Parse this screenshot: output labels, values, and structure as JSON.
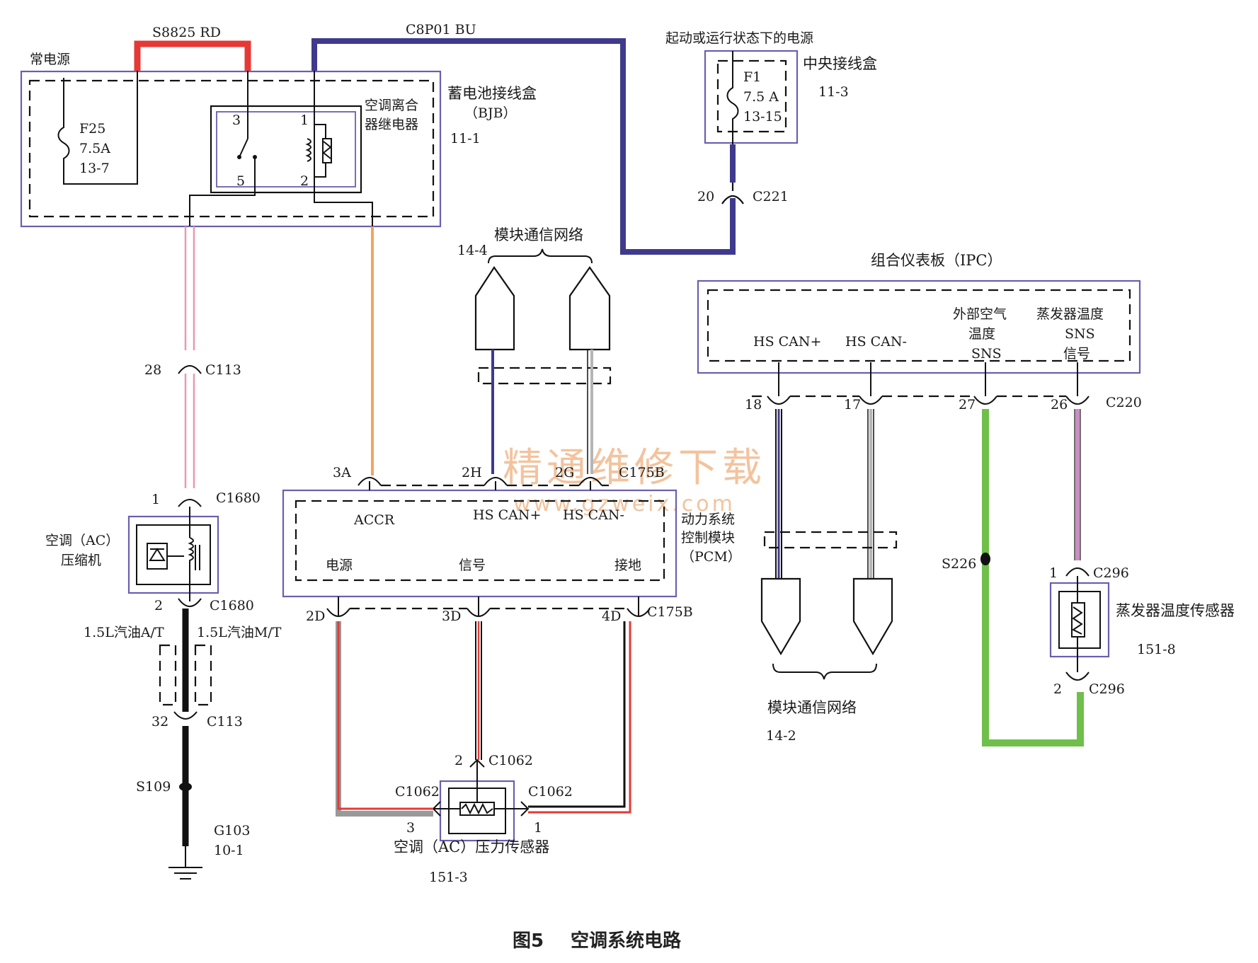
{
  "caption": {
    "fig": "图5",
    "title": "空调系统电路"
  },
  "watermark": {
    "line1": "精通维修下载",
    "line2": "www.gzweix.com"
  },
  "wires": {
    "s8825": "S8825  RD",
    "c8p01": "C8P01  BU"
  },
  "bjb": {
    "const_power": "常电源",
    "name": "蓄电池接线盒",
    "abbr": "（BJB）",
    "page": "11-1",
    "fuse": [
      "F25",
      "7.5A",
      "13-7"
    ],
    "relay_name": [
      "空调离合",
      "器继电器"
    ],
    "relay_pins": [
      "3",
      "1",
      "5",
      "2"
    ]
  },
  "cjb": {
    "run_power": "起动或运行状态下的电源",
    "name": "中央接线盒",
    "page": "11-3",
    "fuse": [
      "F1",
      "7.5 A",
      "13-15"
    ],
    "conn_pin": "20",
    "conn": "C221"
  },
  "network_top": {
    "label": "模块通信网络",
    "page": "14-4"
  },
  "network_bottom": {
    "label": "模块通信网络",
    "page": "14-2"
  },
  "ipc": {
    "name": "组合仪表板（IPC）",
    "can_plus": "HS CAN+",
    "can_minus": "HS CAN-",
    "ambient": [
      "外部空气",
      "温度",
      "SNS"
    ],
    "evap": [
      "蒸发器温度",
      "SNS",
      "信号"
    ],
    "pins": [
      "18",
      "17",
      "27",
      "26"
    ],
    "conn": "C220"
  },
  "pcm": {
    "name": [
      "动力系统",
      "控制模块",
      "（PCM）"
    ],
    "accr": "ACCR",
    "can_plus": "HS CAN+",
    "can_minus": "HS CAN-",
    "power": "电源",
    "signal": "信号",
    "ground": "接地",
    "top_pins": [
      "3A",
      "2H",
      "2G"
    ],
    "top_conn": "C175B",
    "bottom_pins": [
      "2D",
      "3D",
      "4D"
    ],
    "bottom_conn": "C175B"
  },
  "compressor": {
    "name": [
      "空调（AC）",
      "压缩机"
    ],
    "pin_top": "1",
    "conn_top": "C1680",
    "pin_bottom": "2",
    "conn_bottom": "C1680",
    "opt_at": "1.5L汽油A/T",
    "opt_mt": "1.5L汽油M/T"
  },
  "left_harness": {
    "c113_top_pin": "28",
    "c113_top": "C113",
    "c113_bottom_pin": "32",
    "c113_bottom": "C113",
    "splice": "S109",
    "ground": "G103",
    "ground_page": "10-1"
  },
  "pressure_sensor": {
    "name": "空调（AC）压力传感器",
    "page": "151-3",
    "pin2": "2",
    "pin3": "3",
    "pin1": "1",
    "conn_top": "C1062",
    "conn_left": "C1062",
    "conn_right": "C1062"
  },
  "evap_sensor": {
    "name": "蒸发器温度传感器",
    "page": "151-8",
    "pin1": "1",
    "conn1": "C296",
    "pin2": "2",
    "conn2": "C296",
    "splice": "S226"
  },
  "colors": {
    "rd": "#e53935",
    "bu": "#3f3a8c",
    "pink": "#e89ab0",
    "orange": "#f2a35f",
    "black": "#111111",
    "green": "#6fbf4a",
    "violet": "#c98fc2",
    "grey": "#b5b5b5"
  }
}
